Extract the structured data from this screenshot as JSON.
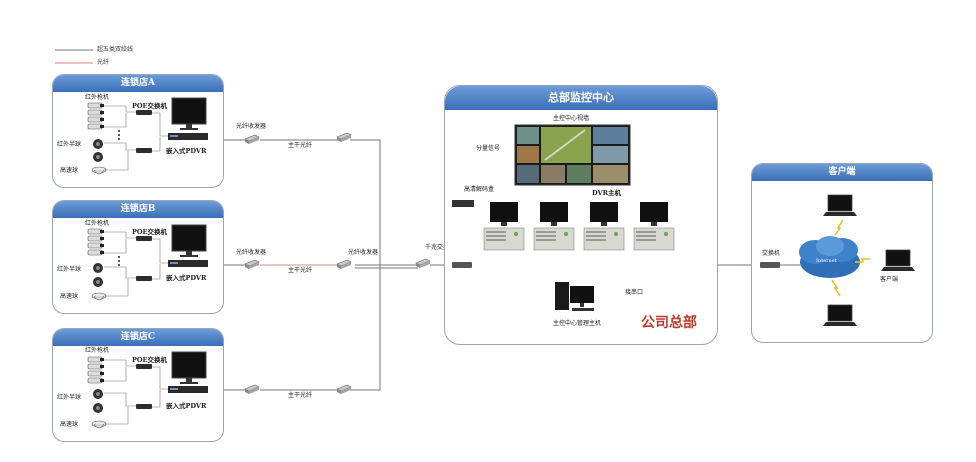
{
  "legend": {
    "line1": "超五类双绞线",
    "line2": "光纤"
  },
  "branches": [
    {
      "title": "连锁店A",
      "camera": "红外枪机",
      "poe": "POE交换机",
      "dome": "红外半球",
      "speed": "高速球",
      "dvr": "嵌入式PDVR"
    },
    {
      "title": "连锁店B",
      "camera": "红外枪机",
      "poe": "POE交换机",
      "dome": "红外半球",
      "speed": "高速球",
      "dvr": "嵌入式PDVR"
    },
    {
      "title": "连锁店C",
      "camera": "红外枪机",
      "poe": "POE交换机",
      "dome": "红外半球",
      "speed": "高速球",
      "dvr": "嵌入式PDVR"
    }
  ],
  "links": {
    "transceiver": "光纤收发器",
    "trunk": "主干光纤",
    "center_transceiver": "光纤收发器",
    "gigabit_switch": "千兆交换机"
  },
  "hq": {
    "title": "总部监控中心",
    "video_wall": "主控中心视墙",
    "signal": "分量信号",
    "decoder": "高清解码盒",
    "dvr_host": "DVR主机",
    "serial": "接串口",
    "mgmt": "主控中心管理主机",
    "company": "公司总部"
  },
  "client": {
    "title": "客户端",
    "switch": "交换机",
    "internet": "Internet",
    "client_label": "客户端"
  }
}
